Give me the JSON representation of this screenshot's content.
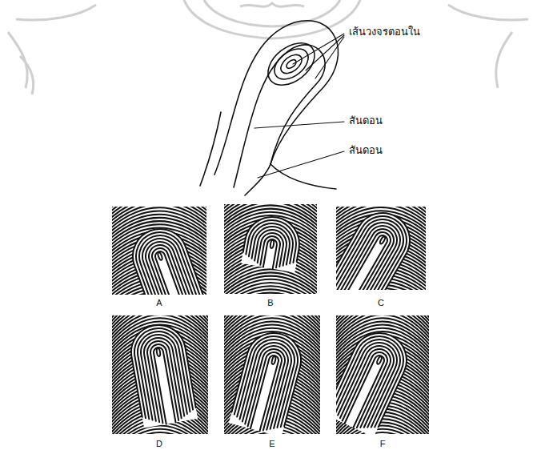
{
  "diagram": {
    "labels": [
      "เส้นวงจรตอนใน",
      "สันดอน",
      "สันดอน",
      "A",
      "B",
      "C",
      "D",
      "E",
      "F"
    ]
  }
}
